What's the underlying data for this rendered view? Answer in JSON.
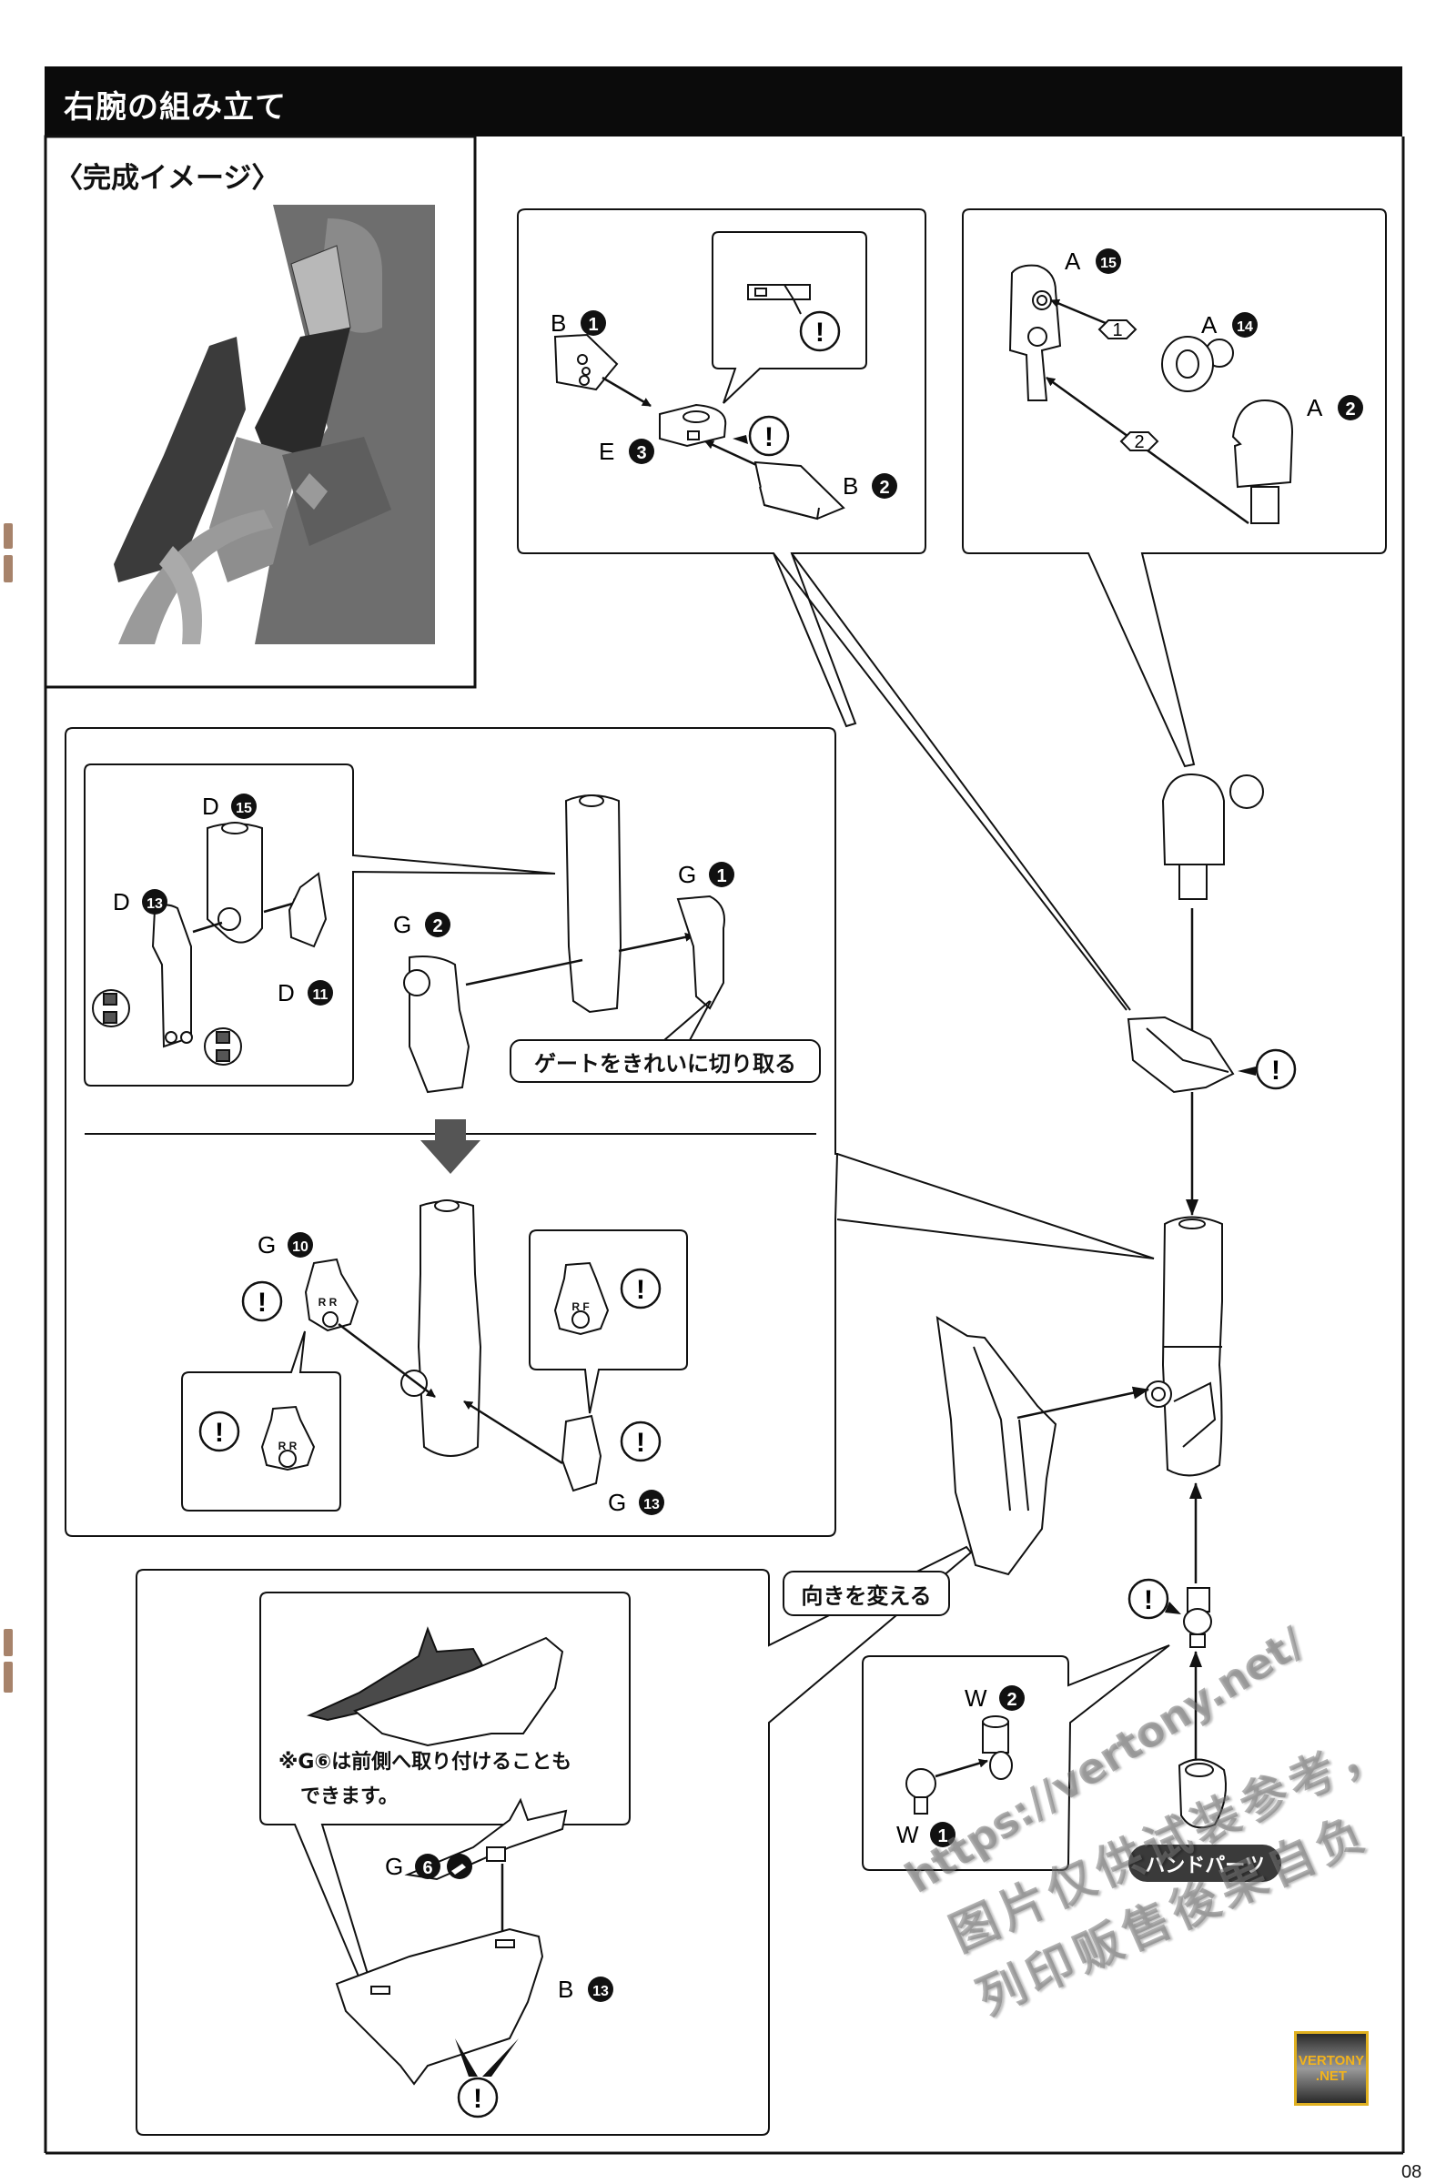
{
  "page": {
    "section_title": "右腕の組み立て",
    "completion_image_title": "〈完成イメージ〉",
    "page_number": "08"
  },
  "part_labels": {
    "b1": {
      "runner": "B",
      "number": "1"
    },
    "e3": {
      "runner": "E",
      "number": "3"
    },
    "b2": {
      "runner": "B",
      "number": "2"
    },
    "a15": {
      "runner": "A",
      "number": "15"
    },
    "a14": {
      "runner": "A",
      "number": "14"
    },
    "a2": {
      "runner": "A",
      "number": "2"
    },
    "d15": {
      "runner": "D",
      "number": "15"
    },
    "d13": {
      "runner": "D",
      "number": "13"
    },
    "d11": {
      "runner": "D",
      "number": "11"
    },
    "g2": {
      "runner": "G",
      "number": "2"
    },
    "g1": {
      "runner": "G",
      "number": "1"
    },
    "g10": {
      "runner": "G",
      "number": "10"
    },
    "g13": {
      "runner": "G",
      "number": "13"
    },
    "g6": {
      "runner": "G",
      "number": "6"
    },
    "b13": {
      "runner": "B",
      "number": "13"
    },
    "w2": {
      "runner": "W",
      "number": "2"
    },
    "w1": {
      "runner": "W",
      "number": "1"
    }
  },
  "step_markers": {
    "step1": "1",
    "step2": "2"
  },
  "part_markings": {
    "g10_mark": "R R",
    "g13_mark": "R F",
    "g10_detail_mark": "R R"
  },
  "callouts": {
    "caution_symbol": "!",
    "cut_gate_cleanly": "ゲートをきれいに切り取る",
    "change_direction": "向きを変える",
    "hand_parts": "ハンドパーツ",
    "g6_note_line1": "※G⑥は前側へ取り付けることも",
    "g6_note_line2": "できます。"
  },
  "watermark": {
    "url": "https://vertony.net/",
    "line1": "图片仅供试装参考，",
    "line2": "列印贩售後果自负"
  },
  "logo": {
    "line1": "VERTONY",
    "line2": ".NET",
    "border_color": "#e0b020",
    "text_color": "#f2b31d"
  },
  "colors": {
    "header_bg": "#0b0b0b",
    "ink": "#111111",
    "photo_gray": "#6e6e6e",
    "dark_part": "#4a4a4a"
  }
}
